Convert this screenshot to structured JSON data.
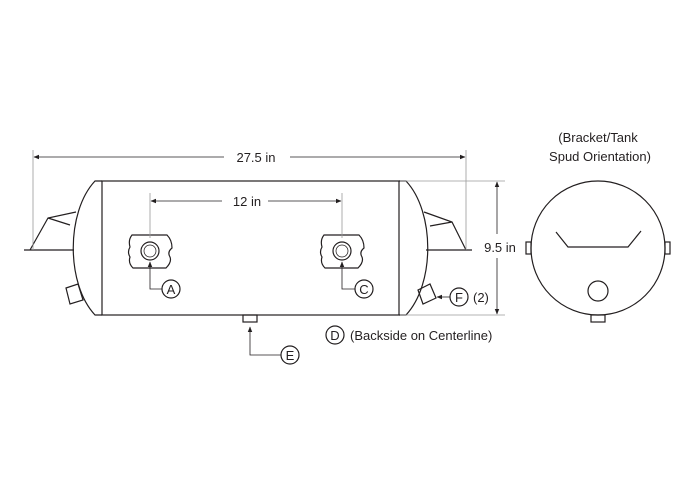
{
  "dimensions": {
    "length": "27.5 in",
    "port_spacing": "12 in",
    "diameter": "9.5 in"
  },
  "callouts": {
    "a": "A",
    "c": "C",
    "d": "D",
    "e": "E",
    "f": "F"
  },
  "notes": {
    "d_note": "(Backside on Centerline)",
    "f_qty": "(2)",
    "end_view_title_1": "(Bracket/Tank",
    "end_view_title_2": "Spud Orientation)"
  }
}
